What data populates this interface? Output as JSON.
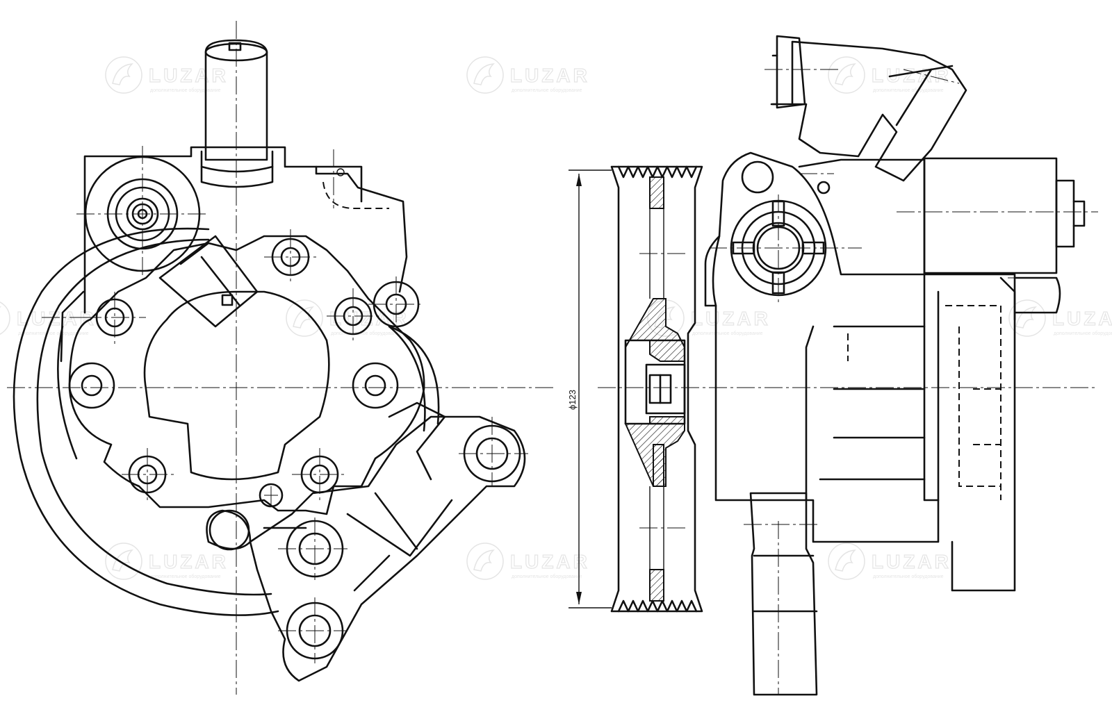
{
  "drawing": {
    "dimension_label": "ϕ123",
    "watermark": {
      "brand": "LUZAR",
      "tagline": "дополнительное оборудование"
    },
    "line_color": "#111111",
    "background": "#ffffff"
  }
}
